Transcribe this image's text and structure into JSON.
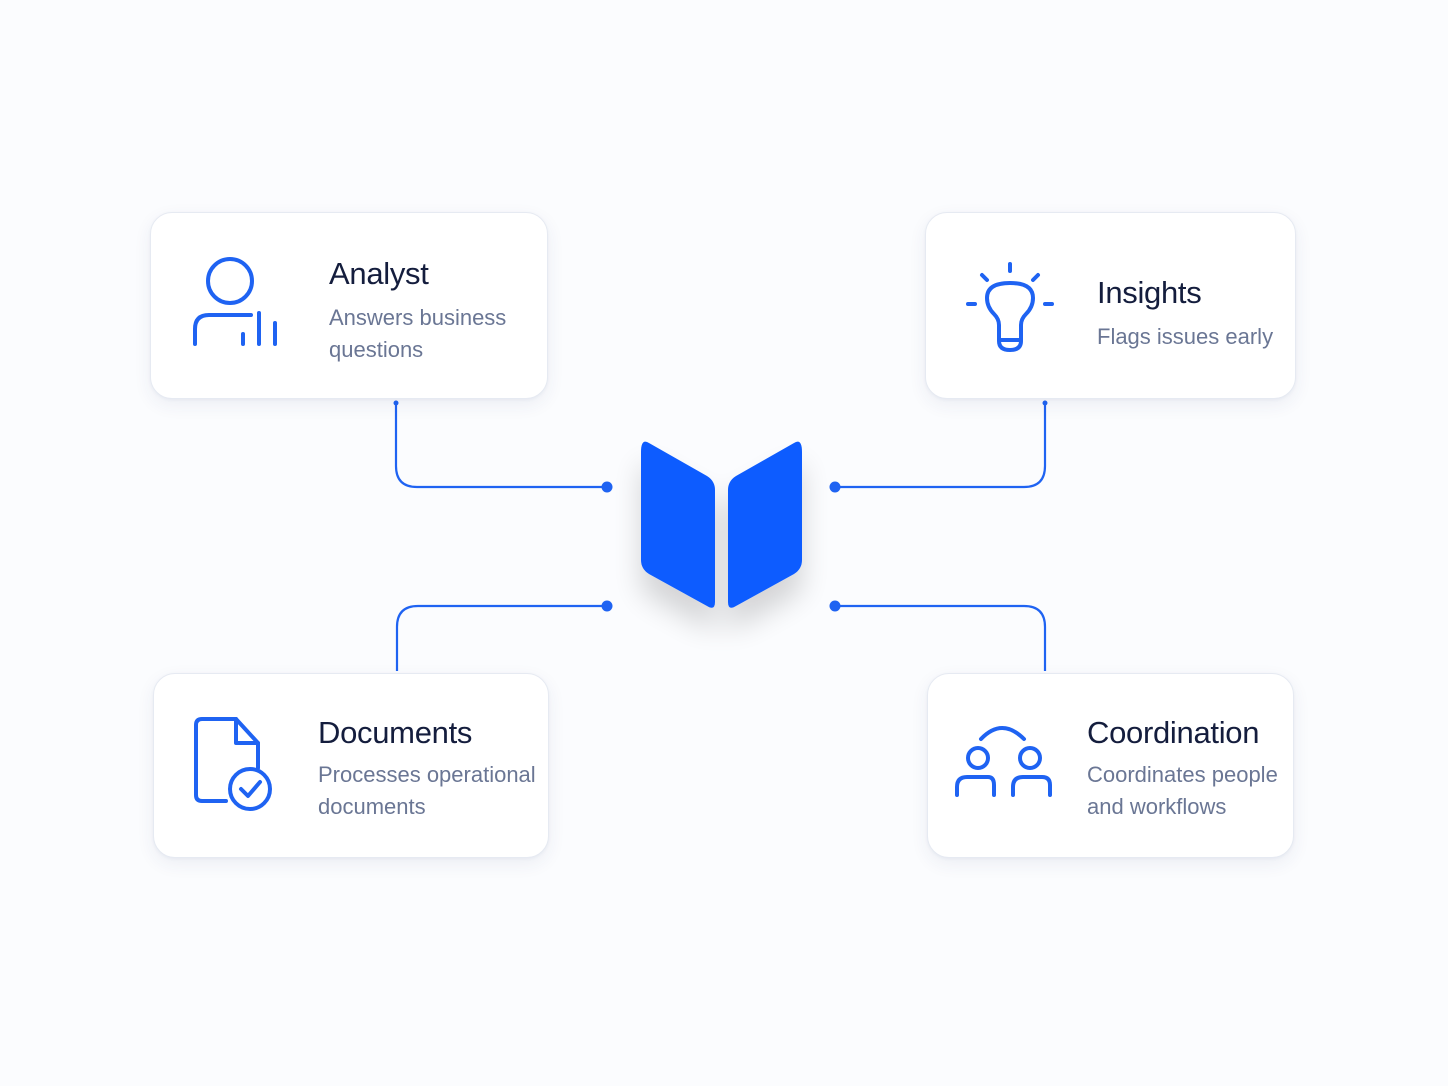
{
  "hub": {
    "icon": "open-book-logo-icon",
    "color": "#0b5cff"
  },
  "colors": {
    "accent": "#1f63f2",
    "title_text": "#141d3d",
    "description_text": "#6a7694",
    "card_background": "#ffffff",
    "page_background": "#fbfcfe"
  },
  "nodes": [
    {
      "key": "analyst",
      "icon": "person-chart-icon",
      "title": "Analyst",
      "description": [
        "Answers business",
        "questions"
      ]
    },
    {
      "key": "insights",
      "icon": "lightbulb-icon",
      "title": "Insights",
      "description": [
        "Flags issues early"
      ]
    },
    {
      "key": "documents",
      "icon": "document-check-icon",
      "title": "Documents",
      "description": [
        "Processes operational",
        "documents"
      ]
    },
    {
      "key": "coordination",
      "icon": "people-group-icon",
      "title": "Coordination",
      "description": [
        "Coordinates people",
        "and workflows"
      ]
    }
  ]
}
